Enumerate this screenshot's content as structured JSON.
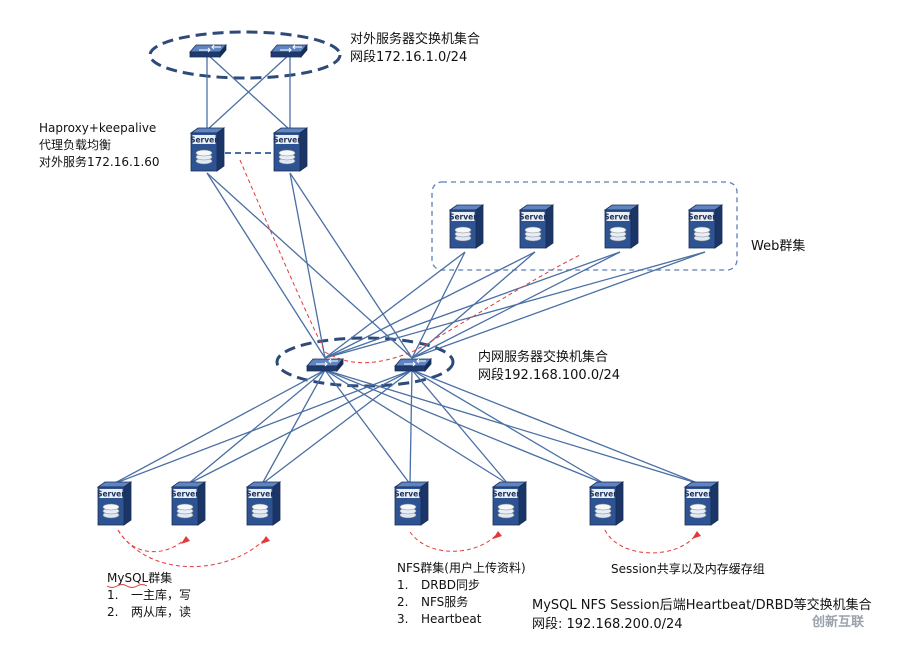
{
  "colors": {
    "link": "#4a6fa5",
    "device_dark": "#1f3b6e",
    "device_mid": "#3b5f9c",
    "ellipse": "#2d4a78",
    "dashed_red": "#e23a3a",
    "web_box": "#5c7fb8",
    "mysql_underline": "#e23a3a"
  },
  "icons": {
    "switch": "switch-icon",
    "server": "server-icon"
  },
  "server_label": "Server",
  "outer_switch": {
    "title": "对外服务器交换机集合",
    "subnet": "网段172.16.1.0/24"
  },
  "proxy": {
    "line1": "Haproxy+keepalive",
    "line2": "代理负载均衡",
    "line3": "对外服务172.16.1.60"
  },
  "web_cluster": {
    "label": "Web群集"
  },
  "inner_switch": {
    "title": "内网服务器交换机集合",
    "subnet": "网段192.168.100.0/24"
  },
  "mysql_group": {
    "title": "MySQL群集",
    "items": [
      {
        "num": "1.",
        "text": "一主库，写"
      },
      {
        "num": "2.",
        "text": "两从库，读"
      }
    ]
  },
  "nfs_group": {
    "title": "NFS群集(用户上传资料)",
    "items": [
      {
        "num": "1.",
        "text": "DRBD同步"
      },
      {
        "num": "2.",
        "text": "NFS服务"
      },
      {
        "num": "3.",
        "text": "Heartbeat"
      }
    ]
  },
  "session_group": {
    "title": "Session共享以及内存缓存组"
  },
  "backend": {
    "title": "MySQL NFS Session后端Heartbeat/DRBD等交换机集合",
    "subnet": "网段: 192.168.200.0/24"
  },
  "watermark": {
    "text": "创新互联"
  }
}
